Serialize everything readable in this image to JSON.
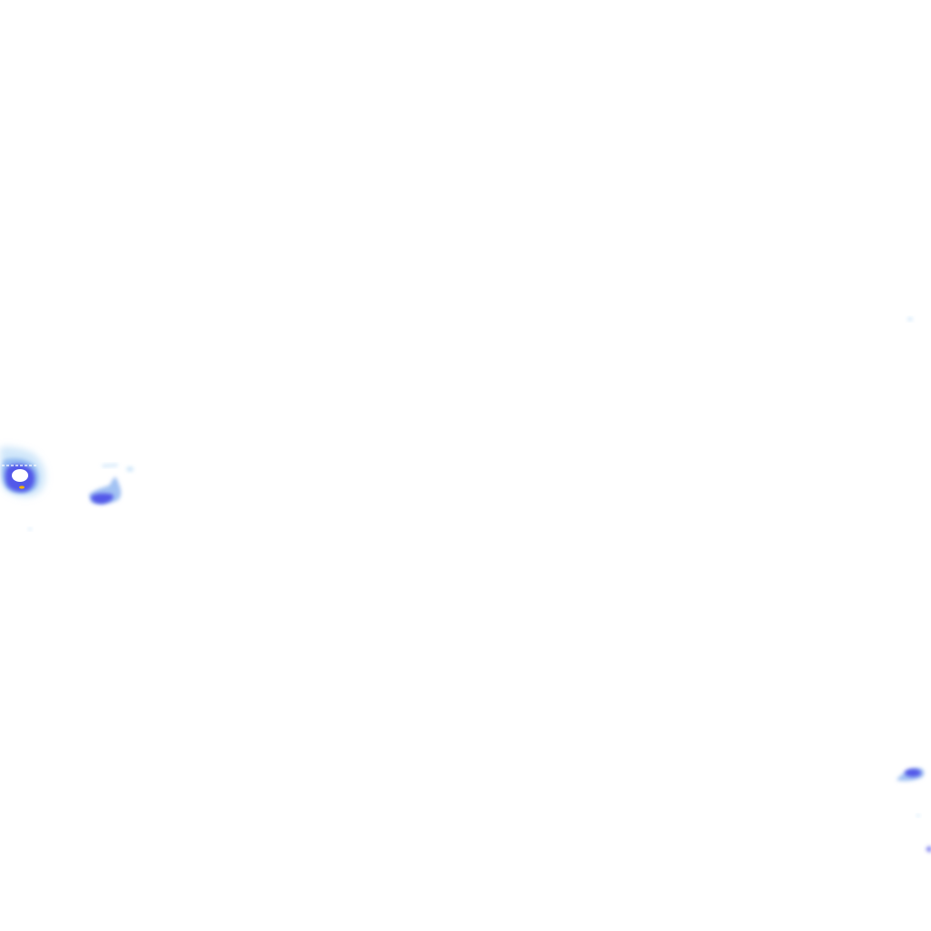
{
  "map": {
    "layer": "precipitation-radar-tile",
    "background": "#ffffff",
    "palette": {
      "light": "#a9d3f5",
      "medium": "#7aa8ee",
      "strong": "#4a4ce8",
      "heavy": "#2c1fc4",
      "core": "#ffffff",
      "peak": "#f2b400"
    },
    "echoes": [
      {
        "name": "echo-west-cell",
        "intensity": "heavy"
      },
      {
        "name": "echo-west-small",
        "intensity": "strong"
      },
      {
        "name": "echo-southeast",
        "intensity": "strong"
      },
      {
        "name": "echo-east-edge",
        "intensity": "medium"
      },
      {
        "name": "echo-east-trace",
        "intensity": "light"
      }
    ]
  }
}
